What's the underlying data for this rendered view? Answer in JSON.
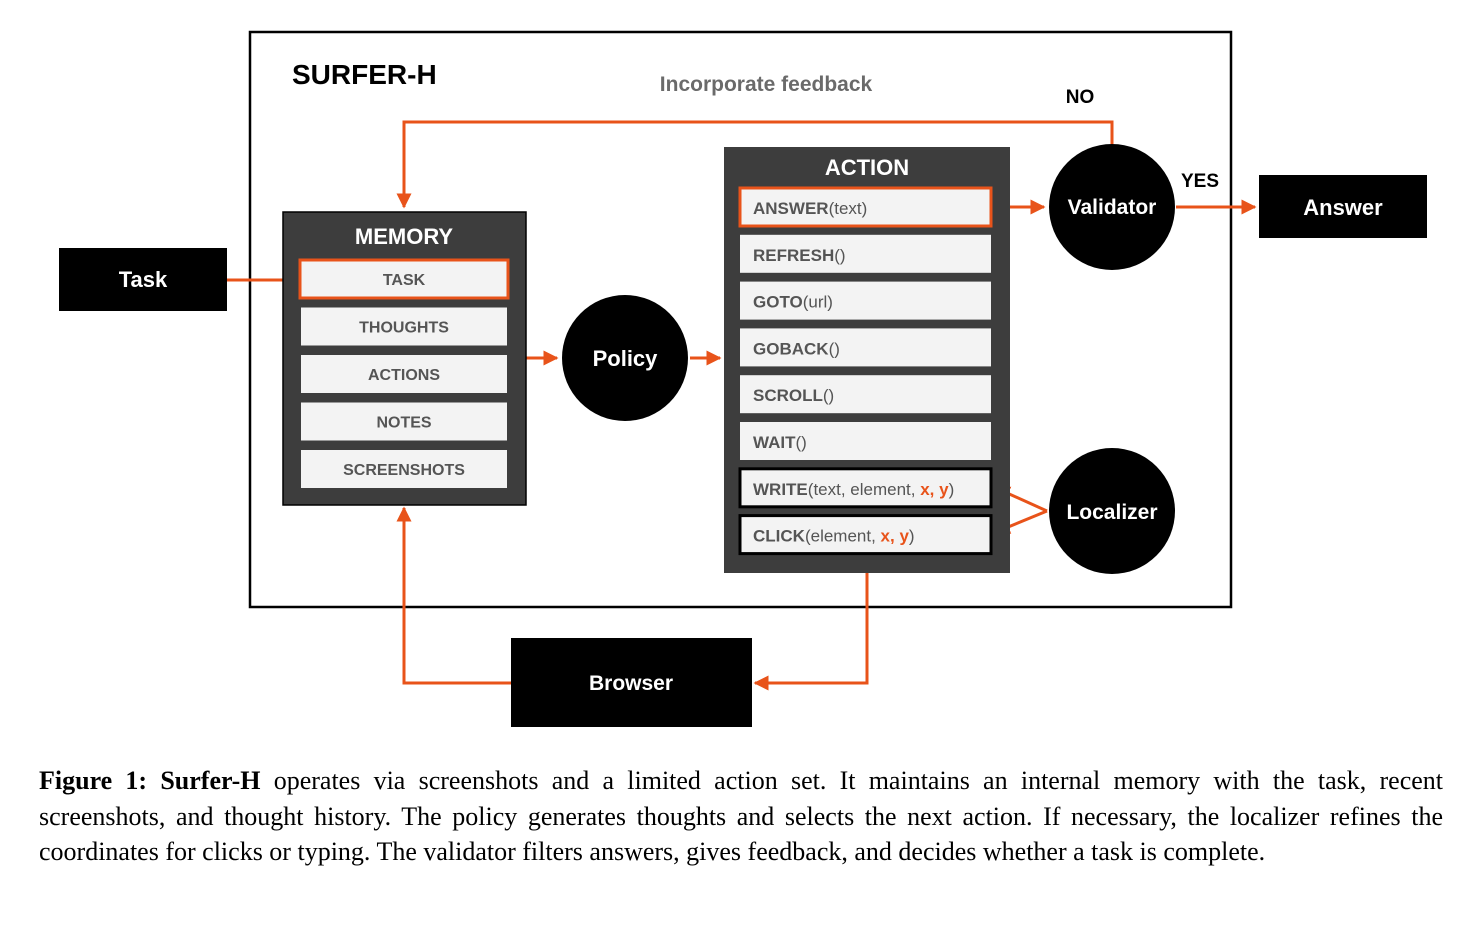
{
  "system_title": "SURFER-H",
  "feedback_label": "Incorporate feedback",
  "no_label": "NO",
  "yes_label": "YES",
  "task_box": "Task",
  "answer_box": "Answer",
  "browser_box": "Browser",
  "policy_node": "Policy",
  "validator_node": "Validator",
  "localizer_node": "Localizer",
  "memory": {
    "title": "MEMORY",
    "items": [
      "TASK",
      "THOUGHTS",
      "ACTIONS",
      "NOTES",
      "SCREENSHOTS"
    ]
  },
  "action": {
    "title": "ACTION",
    "items": [
      {
        "name": "ANSWER",
        "args": "(text)",
        "coords": "",
        "close": ""
      },
      {
        "name": "REFRESH",
        "args": "()",
        "coords": "",
        "close": ""
      },
      {
        "name": "GOTO",
        "args": "(url)",
        "coords": "",
        "close": ""
      },
      {
        "name": "GOBACK",
        "args": "()",
        "coords": "",
        "close": ""
      },
      {
        "name": "SCROLL",
        "args": "()",
        "coords": "",
        "close": ""
      },
      {
        "name": "WAIT",
        "args": "()",
        "coords": "",
        "close": ""
      },
      {
        "name": "WRITE",
        "args": "(text, element, ",
        "coords": "x, y",
        "close": ")"
      },
      {
        "name": "CLICK",
        "args": "(element, ",
        "coords": "x, y",
        "close": ")"
      }
    ]
  },
  "caption": {
    "figure_label": "Figure 1:",
    "system_name": "Surfer-H",
    "text": " operates via screenshots and a limited action set. It maintains an internal memory with the task, recent screenshots, and thought history. The policy generates thoughts and selects the next action. If necessary, the localizer refines the coordinates for clicks or typing. The validator filters answers, gives feedback, and decides whether a task is complete."
  },
  "colors": {
    "accent": "#e8531a",
    "panel": "#3d3d3d",
    "item_fill": "#f3f3f3",
    "item_text": "#555555",
    "feedback_text": "#6a6a6a"
  }
}
